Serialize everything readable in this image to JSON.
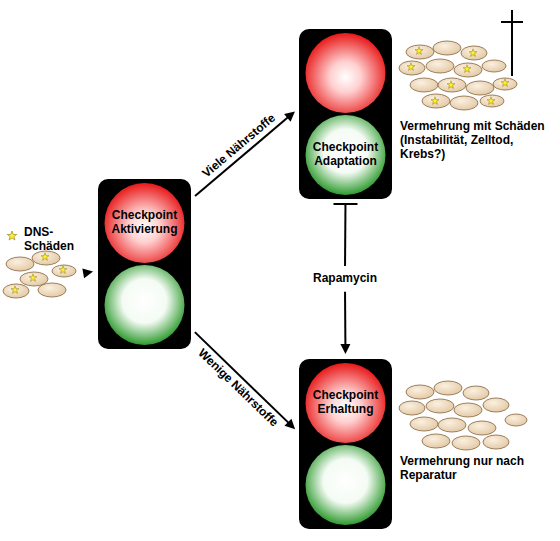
{
  "diagram": {
    "nodes": [
      {
        "text": [
          "DNS-Schäden"
        ]
      },
      {
        "text": [
          "Checkpoint Aktivierung"
        ]
      },
      {
        "text": [
          "Checkpoint Adaptation"
        ]
      },
      {
        "text": [
          "Checkpoint Erhaltung"
        ]
      },
      {
        "text": [
          "Vermehrung mit Schäden (Instabilität, Zelltod, Krebs?)"
        ]
      },
      {
        "text": [
          "Vermehrung nur nach Reparatur"
        ]
      },
      {
        "text": [
          "Rapamycin"
        ]
      }
    ],
    "edges": [
      {
        "from": 0,
        "to": 1,
        "arrow": "to"
      },
      {
        "from": 1,
        "to": 2,
        "label": "Viele Nährstoffe",
        "arrow": "to"
      },
      {
        "from": 1,
        "to": 3,
        "label": "Wenige Nährstoffe",
        "arrow": "to"
      },
      {
        "from": 6,
        "to": 2,
        "arrow": "none"
      },
      {
        "from": 6,
        "to": 3,
        "arrow": "to"
      }
    ]
  }
}
